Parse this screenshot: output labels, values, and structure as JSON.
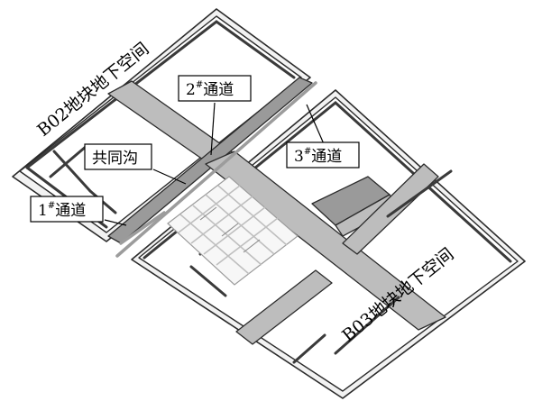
{
  "labels": {
    "b02_zone": "B02地块地下空间",
    "b03_zone": "B03地块地下空间",
    "channel_1": "1",
    "channel_2": "2",
    "channel_3": "3",
    "channel_sup": "#",
    "channel_suffix": "通道",
    "utility_tunnel": "共同沟"
  }
}
